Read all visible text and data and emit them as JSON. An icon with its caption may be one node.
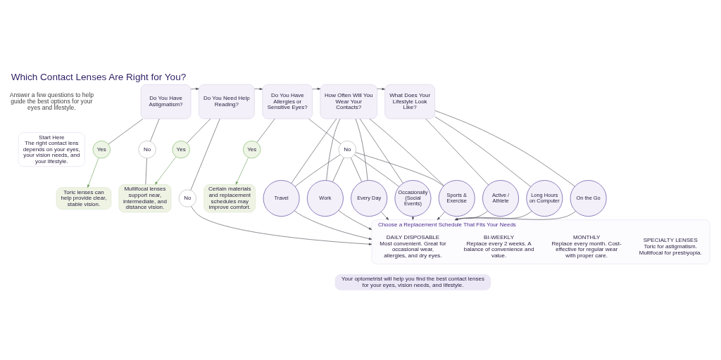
{
  "diagram": {
    "title": "Which Contact Lenses Are Right for You?",
    "nodes": [
      {
        "text": [
          "Start Here",
          "The right contact lens depends on your eyes, your vision needs, and your lifestyle."
        ]
      },
      {
        "text": [
          "Do You Have Astigmatism?"
        ]
      },
      {
        "text": [
          "Yes"
        ]
      },
      {
        "text": [
          "No"
        ]
      },
      {
        "text": [
          "Toric lenses can help provide clear, stable vision."
        ]
      },
      {
        "text": [
          "Do You Need Help Reading?"
        ]
      },
      {
        "text": [
          "Yes"
        ]
      },
      {
        "text": [
          "No"
        ]
      },
      {
        "text": [
          "Multifocal lenses support near, intermediate, and distance vision."
        ]
      },
      {
        "text": [
          "Do You Have Allergies or Sensitive Eyes?"
        ]
      },
      {
        "text": [
          "Yes"
        ]
      },
      {
        "text": [
          "No"
        ]
      },
      {
        "text": [
          "Certain materials and replacement schedules may improve comfort."
        ]
      },
      {
        "text": [
          "How Often Will You Wear Your Contacts?"
        ]
      },
      {
        "text": [
          "Every Day"
        ]
      },
      {
        "text": [
          "Occasionally (Social Events)"
        ]
      },
      {
        "text": [
          "Sports & Exercise"
        ]
      },
      {
        "text": [
          "Travel"
        ]
      },
      {
        "text": [
          "Work"
        ]
      },
      {
        "text": [
          "What Does Your Lifestyle Look Like?"
        ]
      },
      {
        "text": [
          "Active / Athlete"
        ]
      },
      {
        "text": [
          "Long Hours on Computer"
        ]
      },
      {
        "text": [
          "On the Go"
        ]
      },
      {
        "text": [
          "Choose a Replacement Schedule That Fits Your Needs"
        ]
      },
      {
        "text": [
          "DAILY DISPOSABLE",
          "Most convenient. Great for occasional wear, allergies, and dry eyes."
        ],
        "in": 23
      },
      {
        "text": [
          "BI-WEEKLY",
          "Replace every 2 weeks. A balance of convenience and value."
        ],
        "in": 23
      },
      {
        "text": [
          "MONTHLY",
          "Replace every month. Cost-effective for regular wear with proper care."
        ],
        "in": 23
      },
      {
        "text": [
          "SPECIALTY LENSES",
          "Toric for astigmatism. Multifocal for presbyopia."
        ],
        "in": 23
      },
      {
        "text": [
          "Your optometrist will help you find the best contact lenses for your eyes, vision needs, and lifestyle."
        ]
      }
    ],
    "edges": [
      {
        "from": 1,
        "to": 5,
        "arrow": "to"
      },
      {
        "from": 5,
        "to": 9,
        "arrow": "to"
      },
      {
        "from": 9,
        "to": 13,
        "arrow": "to"
      },
      {
        "from": 13,
        "to": 19,
        "arrow": "to"
      },
      {
        "from": 1,
        "to": 2,
        "arrow": "none"
      },
      {
        "from": 1,
        "to": 3,
        "arrow": "none"
      },
      {
        "from": 2,
        "to": 4,
        "arrow": "to",
        "color": "#6a9a55"
      },
      {
        "from": 3,
        "to": 8,
        "arrow": "none"
      },
      {
        "from": 5,
        "to": 6,
        "arrow": "none"
      },
      {
        "from": 5,
        "to": 7,
        "arrow": "none"
      },
      {
        "from": 6,
        "to": 8,
        "arrow": "to",
        "color": "#6a9a55"
      },
      {
        "from": 7,
        "to": 23,
        "arrow": "to"
      },
      {
        "from": 9,
        "to": 10,
        "arrow": "none"
      },
      {
        "from": 9,
        "to": 11,
        "arrow": "none"
      },
      {
        "from": 10,
        "to": 12,
        "arrow": "to",
        "color": "#6a9a55"
      },
      {
        "from": 11,
        "to": 14,
        "arrow": "none"
      },
      {
        "from": 11,
        "to": 15,
        "arrow": "none"
      },
      {
        "from": 11,
        "to": 16,
        "arrow": "none"
      },
      {
        "from": 11,
        "to": 17,
        "arrow": "none"
      },
      {
        "from": 11,
        "to": 18,
        "arrow": "none"
      },
      {
        "from": 13,
        "to": 14,
        "arrow": "none"
      },
      {
        "from": 13,
        "to": 15,
        "arrow": "none"
      },
      {
        "from": 13,
        "to": 16,
        "arrow": "none"
      },
      {
        "from": 13,
        "to": 17,
        "arrow": "none"
      },
      {
        "from": 13,
        "to": 18,
        "arrow": "none"
      },
      {
        "from": 19,
        "to": 20,
        "arrow": "none"
      },
      {
        "from": 19,
        "to": 21,
        "arrow": "none"
      },
      {
        "from": 19,
        "to": 22,
        "arrow": "none"
      },
      {
        "from": 14,
        "to": 23,
        "arrow": "to"
      },
      {
        "from": 15,
        "to": 23,
        "arrow": "to"
      },
      {
        "from": 16,
        "to": 23,
        "arrow": "to"
      },
      {
        "from": 17,
        "to": 23,
        "arrow": "to"
      },
      {
        "from": 18,
        "to": 23,
        "arrow": "to"
      },
      {
        "from": 20,
        "to": 23,
        "arrow": "to"
      },
      {
        "from": 21,
        "to": 23,
        "arrow": "to"
      },
      {
        "from": 22,
        "to": 23,
        "arrow": "to"
      }
    ],
    "labels": [
      "Answer a few questions to help guide the best options for your eyes and lifestyle."
    ]
  }
}
